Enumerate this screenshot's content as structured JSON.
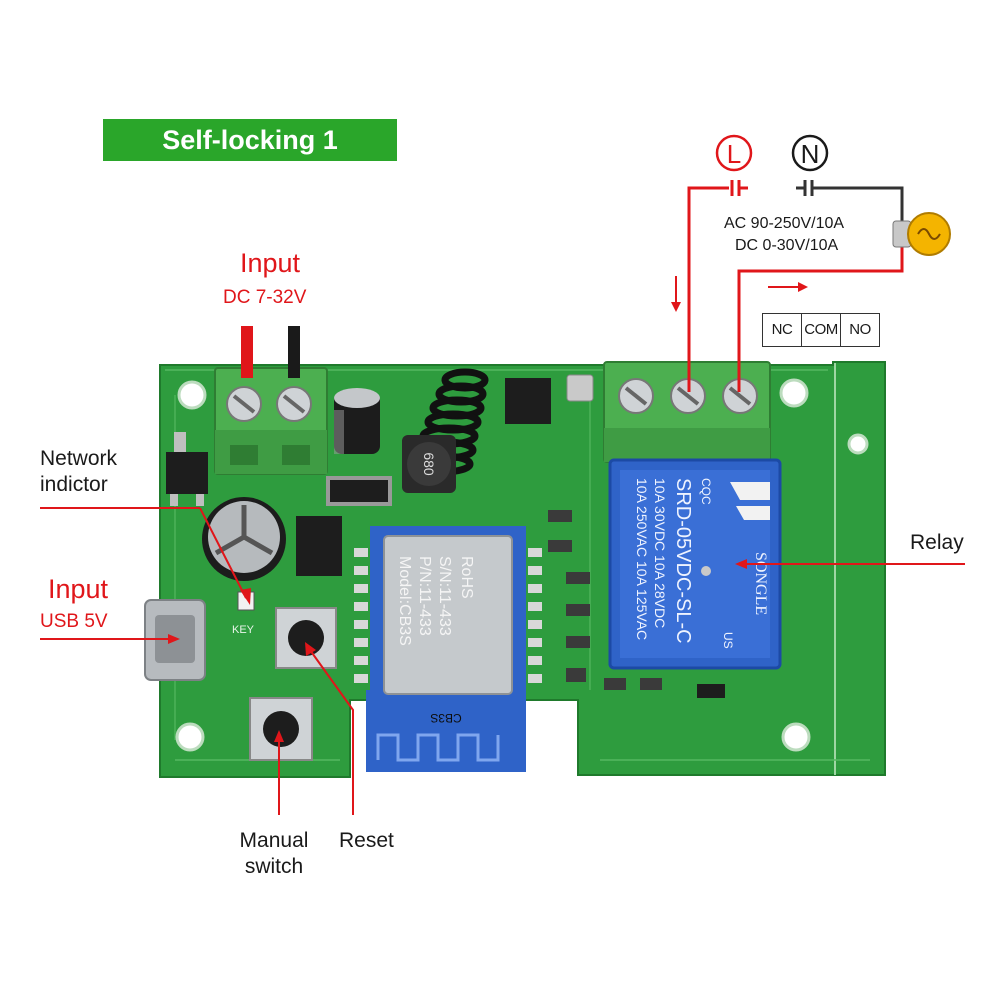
{
  "banner": {
    "title": "Self-locking 1"
  },
  "power_symbols": {
    "line": "L",
    "neutral": "N"
  },
  "input_dc": {
    "title": "Input",
    "spec": "DC 7-32V"
  },
  "input_usb": {
    "title": "Input",
    "spec": "USB 5V"
  },
  "network_indicator": {
    "line1": "Network",
    "line2": "indictor"
  },
  "load_rating": {
    "ac": "AC 90-250V/10A",
    "dc": "DC 0-30V/10A"
  },
  "terminals": {
    "nc": "NC",
    "com": "COM",
    "no": "NO"
  },
  "relay_label": "Relay",
  "manual_switch": {
    "line1": "Manual",
    "line2": "switch"
  },
  "reset_label": "Reset",
  "board_print": {
    "module_model": "Model:CB3S",
    "module_pn": "P/N:11-433",
    "module_sn": "S/N:11-433",
    "module_rohs": "RoHS",
    "antenna_label": "CB3S",
    "key_label": "KEY",
    "inductor_label": "680",
    "relay_line1": "10A 250VAC  10A 125VAC",
    "relay_line2": "10A 30VDC   10A 28VDC",
    "relay_model": "SRD-05VDC-SL-C",
    "relay_brand": "SONGLE",
    "relay_cqc": "CQC",
    "relay_us": "US"
  },
  "colors": {
    "board": "#2e9c3e",
    "banner": "#2aa62a",
    "callout": "#e0161a",
    "relay": "#2f63c8",
    "terminal_block": "#4caf50"
  }
}
